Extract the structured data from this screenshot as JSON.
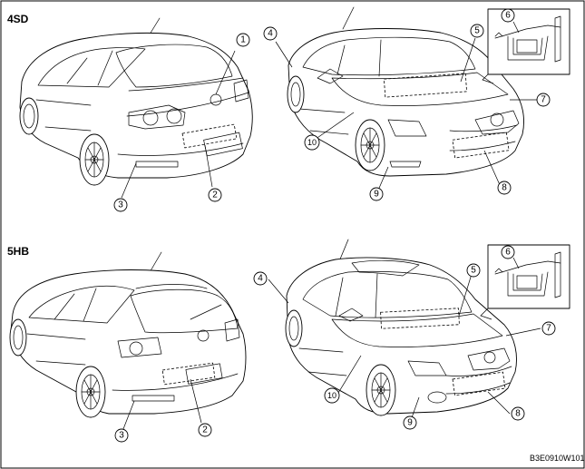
{
  "frame": {
    "border_color": "#000000",
    "background": "#ffffff"
  },
  "sections": [
    {
      "label": "4SD",
      "views": [
        "sedan-rear-view",
        "sedan-front-view"
      ],
      "callouts": [
        "1",
        "2",
        "3",
        "4",
        "5",
        "6",
        "7",
        "8",
        "9",
        "10"
      ]
    },
    {
      "label": "5HB",
      "views": [
        "hatchback-rear-view",
        "hatchback-front-view"
      ],
      "callouts": [
        "2",
        "3",
        "4",
        "5",
        "6",
        "7",
        "8",
        "9",
        "10"
      ]
    }
  ],
  "drawing_code": "B3E0910W101",
  "icons": [
    "radiator-support-inset"
  ]
}
